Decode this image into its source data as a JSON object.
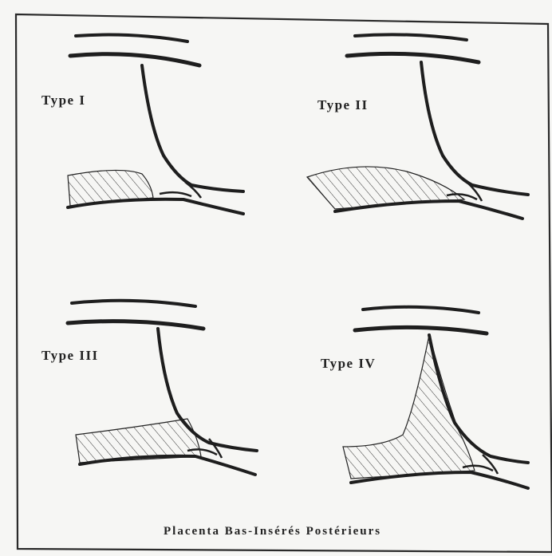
{
  "diagram": {
    "panels": [
      {
        "label": "Type I"
      },
      {
        "label": "Type II"
      },
      {
        "label": "Type III"
      },
      {
        "label": "Type IV"
      }
    ],
    "caption": "Placenta Bas-Insérés Postérieurs"
  },
  "colors": {
    "ink": "#1e1e1e",
    "paper": "#f6f6f4",
    "frame": "#2a2a2a"
  }
}
